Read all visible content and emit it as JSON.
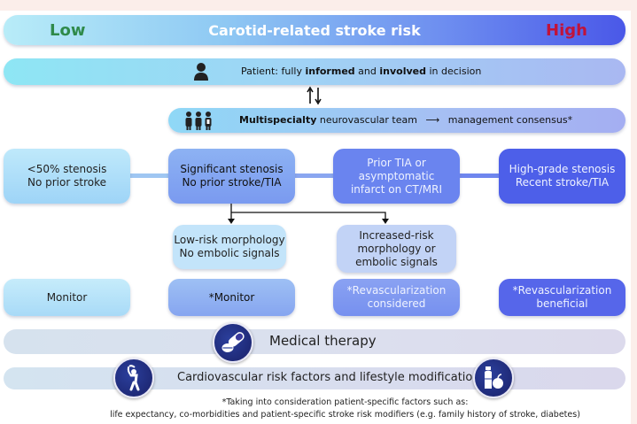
{
  "risk_scale": {
    "low_label": "Low",
    "title": "Carotid-related stroke risk",
    "high_label": "High",
    "colors": {
      "low": "#2f8a4a",
      "high": "#c0133a"
    }
  },
  "patient": {
    "icon": "person-icon",
    "prefix": "Patient:",
    "part1": " fully ",
    "bold1": "informed",
    "part2": " and ",
    "bold2": "involved",
    "part3": " in decision"
  },
  "exchange_arrows": "↑↓",
  "team": {
    "icon": "team-icon",
    "bold": "Multispecialty",
    "text": " neurovascular team",
    "arrow": "⟶",
    "result": "management consensus*"
  },
  "stages": [
    {
      "line1": "<50% stenosis",
      "line2": "No prior stroke"
    },
    {
      "line1": "Significant stenosis",
      "line2": "No prior stroke/TIA"
    },
    {
      "line1": "Prior TIA or",
      "line2": "asymptomatic",
      "line3": "infarct on CT/MRI"
    },
    {
      "line1": "High-grade stenosis",
      "line2": "Recent stroke/TIA"
    }
  ],
  "substages": [
    {
      "line1": "Low-risk morphology",
      "line2": "No embolic signals"
    },
    {
      "line1": "Increased-risk",
      "line2": "morphology or",
      "line3": "embolic signals"
    }
  ],
  "management": [
    {
      "line1": "Monitor"
    },
    {
      "line1": "*Monitor"
    },
    {
      "line1": "*Revascularization",
      "line2": "considered"
    },
    {
      "line1": "*Revascularization",
      "line2": "beneficial"
    }
  ],
  "medical_therapy": {
    "label": "Medical therapy",
    "icon": "pills-icon"
  },
  "lifestyle": {
    "label": "Cardiovascular risk factors and lifestyle modification",
    "icons": [
      "exercise-icon",
      "healthy-food-icon"
    ]
  },
  "footnote": {
    "line1": "*Taking into consideration patient-specific factors such as:",
    "line2": "life expectancy, co-morbidities and patient-specific stroke risk modifiers (e.g. family history of stroke, diabetes)"
  }
}
